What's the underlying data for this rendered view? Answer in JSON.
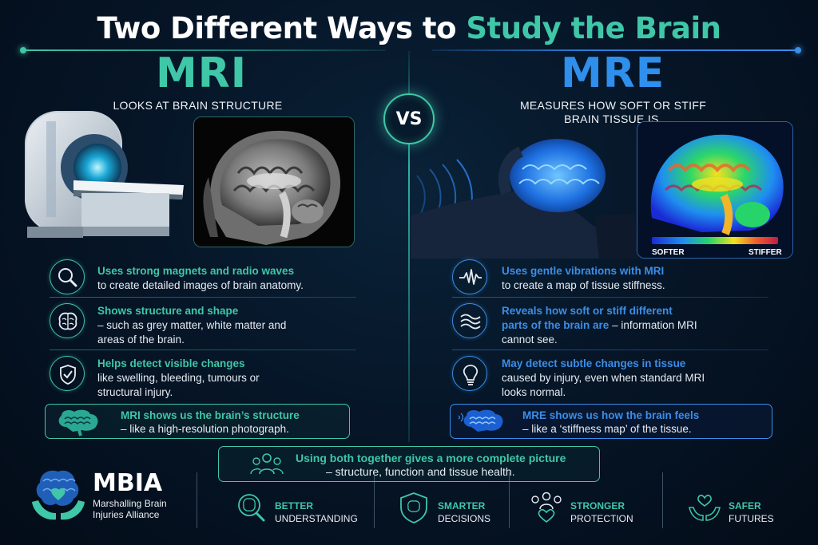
{
  "title": {
    "part1": "Two Different Ways to ",
    "part2": "Study the Brain"
  },
  "vs": "VS",
  "mri": {
    "heading": "MRI",
    "subtitle": "LOOKS AT BRAIN STRUCTURE",
    "features": [
      {
        "icon": "magnifier-icon",
        "highlight": "Uses strong magnets and radio waves",
        "rest": "to create detailed images of brain anatomy."
      },
      {
        "icon": "brain-icon",
        "highlight": "Shows structure and shape",
        "rest": "– such as grey matter, white matter and areas of the brain."
      },
      {
        "icon": "shield-check-icon",
        "highlight": "Helps detect visible changes",
        "rest": "like swelling, bleeding, tumours or structural injury."
      }
    ],
    "summary": {
      "line1": "MRI shows us the brain’s structure",
      "line2": "– like a high-resolution photograph."
    }
  },
  "mre": {
    "heading": "MRE",
    "subtitle_line1": "MEASURES HOW SOFT OR STIFF",
    "subtitle_line2": "BRAIN TISSUE IS.",
    "scale": {
      "softer": "SOFTER",
      "stiffer": "STIFFER"
    },
    "features": [
      {
        "icon": "waveform-icon",
        "highlight": "Uses gentle vibrations with MRI",
        "rest": "to create a map of tissue stiffness."
      },
      {
        "icon": "waves-icon",
        "highlight": "Reveals how soft or stiff different parts of the brain are",
        "rest": "– information MRI cannot see."
      },
      {
        "icon": "lightbulb-icon",
        "highlight": "May detect subtle changes in tissue",
        "rest": "caused by injury, even when standard MRI looks normal."
      }
    ],
    "summary": {
      "line1": "MRE shows us how the brain feels",
      "line2": "– like a ‘stiffness map’ of the tissue."
    }
  },
  "combined": {
    "line1": "Using both together gives a more complete picture",
    "line2": "– structure, function and tissue health."
  },
  "org": {
    "abbr": "MBIA",
    "name": "Marshalling Brain Injuries Alliance"
  },
  "bottom": [
    {
      "icon": "brain-magnifier-icon",
      "line1": "BETTER",
      "line2": "UNDERSTANDING"
    },
    {
      "icon": "brain-shield-icon",
      "line1": "SMARTER",
      "line2": "DECISIONS"
    },
    {
      "icon": "people-heart-icon",
      "line1": "STRONGER",
      "line2": "PROTECTION"
    },
    {
      "icon": "hands-heart-icon",
      "line1": "SAFER",
      "line2": "FUTURES"
    }
  ],
  "colors": {
    "mri_accent": "#3fc7a8",
    "mre_accent": "#2e8fec",
    "background": "#061628"
  }
}
